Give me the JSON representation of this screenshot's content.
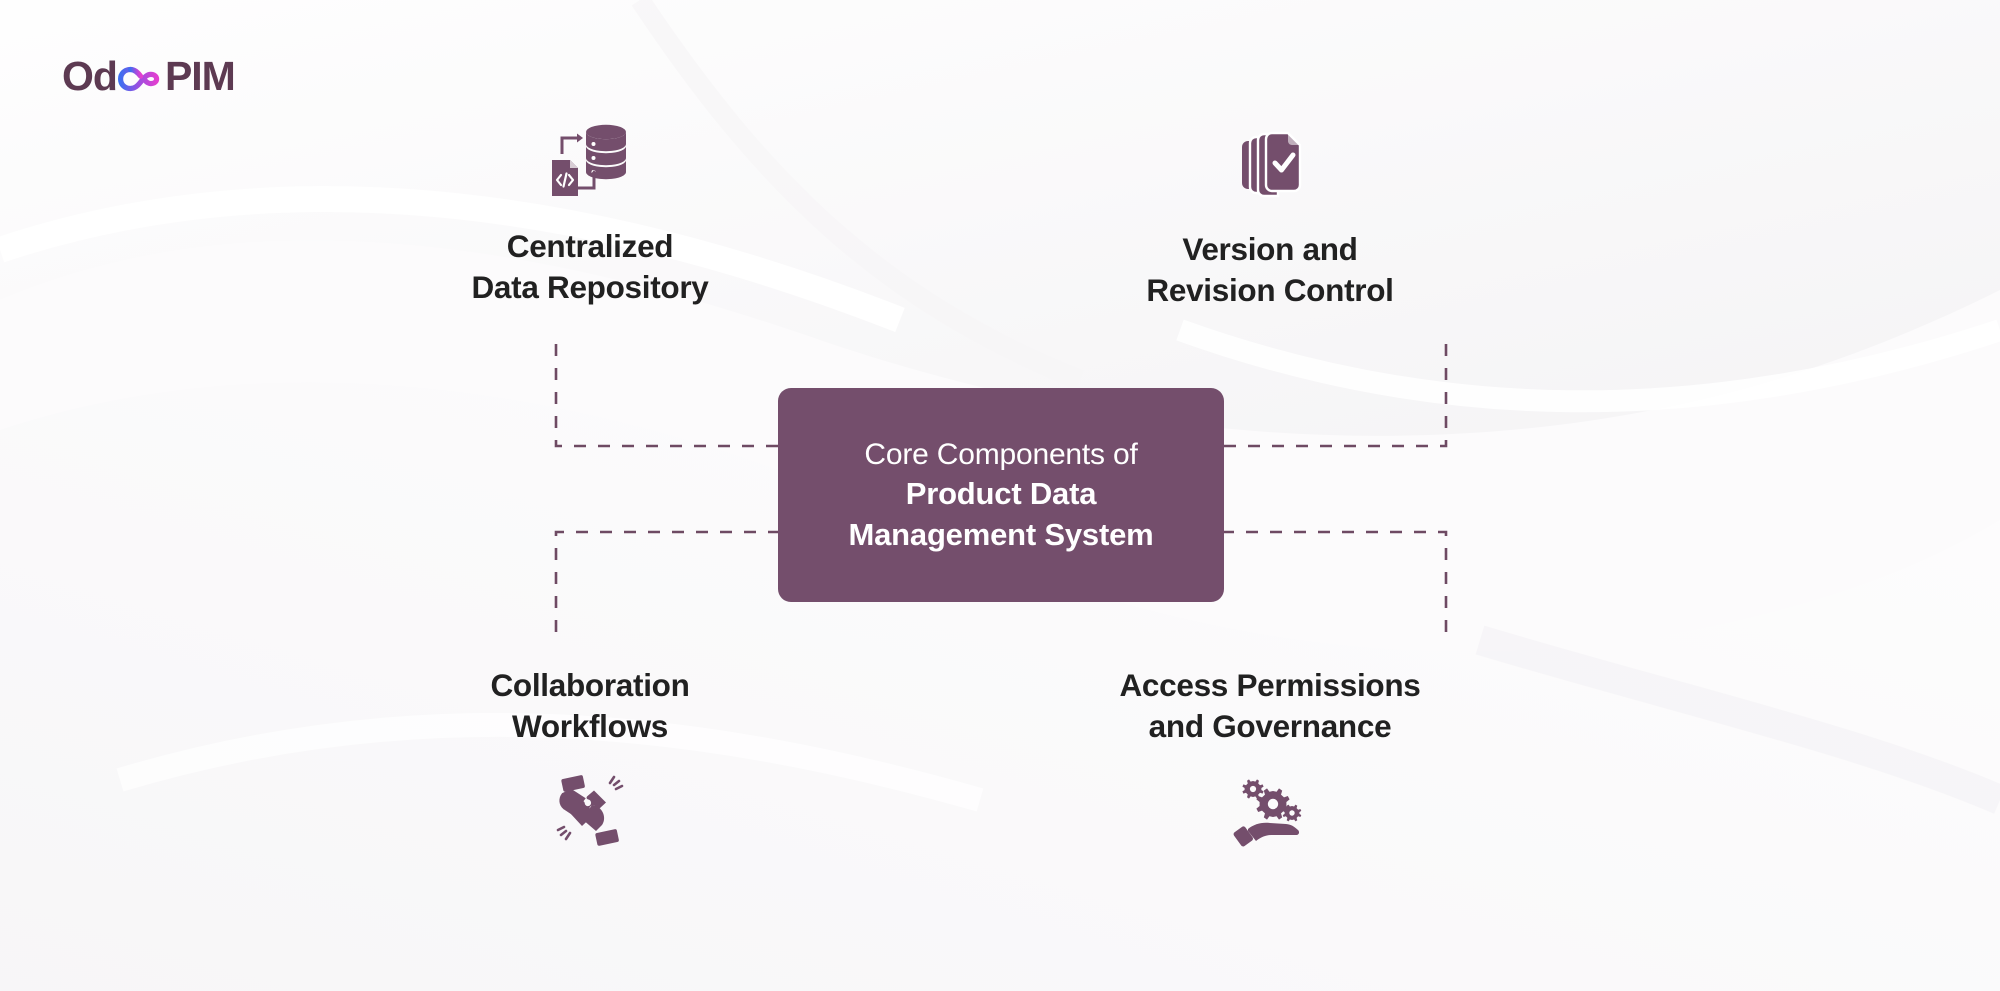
{
  "brand": {
    "name_part1": "Od",
    "infinity_icon": "infinity-icon",
    "name_part2": "PIM",
    "color_text": "#5d3a52",
    "gradient_start": "#3f6ef0",
    "gradient_end": "#e23fd0"
  },
  "theme": {
    "background": "#fcfbfc",
    "accent_purple": "#744e6c",
    "icon_purple": "#744e6c",
    "label_text": "#212121",
    "connector": "#6e4a63"
  },
  "center": {
    "line1": "Core Components of",
    "line2": "Product Data",
    "line3": "Management System"
  },
  "nodes": [
    {
      "id": "centralized-data-repository",
      "icon": "database-code-sync-icon",
      "line1": "Centralized",
      "line2": "Data Repository",
      "position": "top-left"
    },
    {
      "id": "version-and-revision-control",
      "icon": "documents-check-icon",
      "line1": "Version and",
      "line2": "Revision Control",
      "position": "top-right"
    },
    {
      "id": "collaboration-workflows",
      "icon": "hands-puzzle-icon",
      "line1": "Collaboration",
      "line2": "Workflows",
      "position": "bottom-left"
    },
    {
      "id": "access-permissions-and-governance",
      "icon": "hand-gears-icon",
      "line1": "Access Permissions",
      "line2": "and Governance",
      "position": "bottom-right"
    }
  ]
}
